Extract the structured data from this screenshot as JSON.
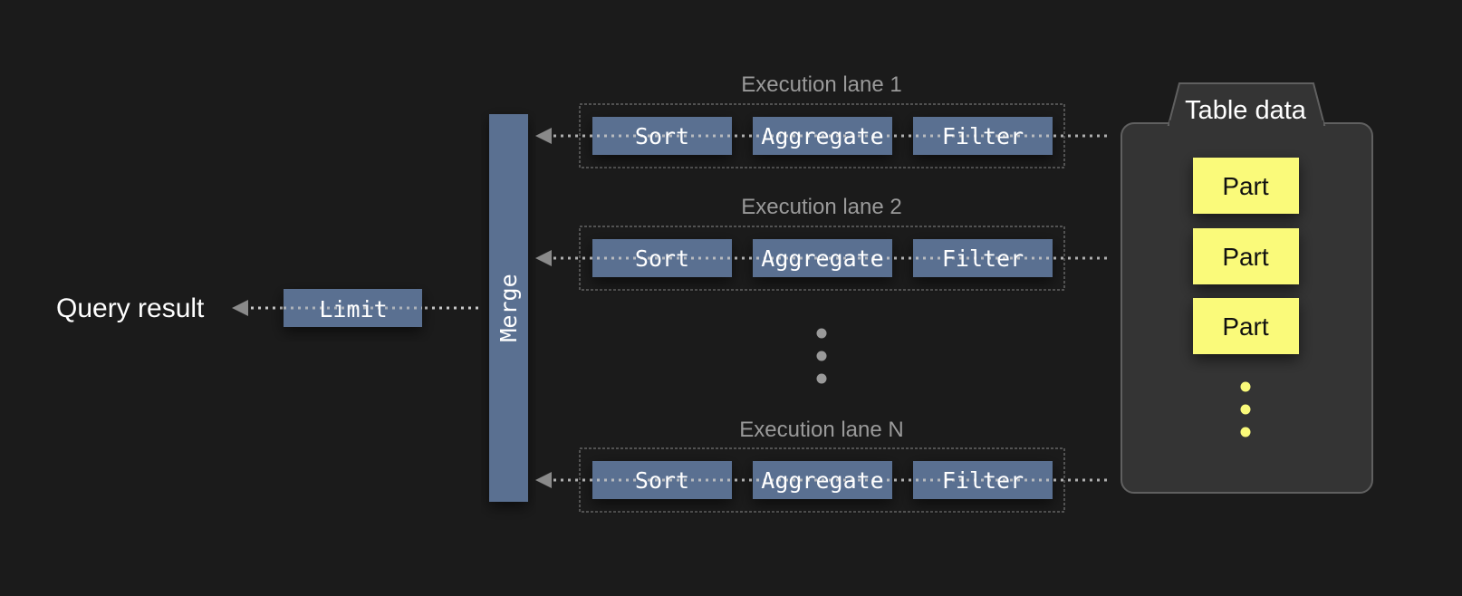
{
  "query_result": "Query result",
  "limit": "Limit",
  "merge": "Merge",
  "lanes": [
    {
      "title": "Execution lane 1",
      "steps": [
        "Sort",
        "Aggregate",
        "Filter"
      ]
    },
    {
      "title": "Execution lane 2",
      "steps": [
        "Sort",
        "Aggregate",
        "Filter"
      ]
    },
    {
      "title": "Execution lane N",
      "steps": [
        "Sort",
        "Aggregate",
        "Filter"
      ]
    }
  ],
  "table": {
    "title": "Table data",
    "parts": [
      "Part",
      "Part",
      "Part"
    ]
  },
  "colors": {
    "background": "#1b1b1b",
    "step_box": "#5a6f91",
    "part_box": "#fafa7a",
    "table_panel": "#343434",
    "lane_title": "#9a9a9a",
    "connector": "#c8c8c8"
  }
}
